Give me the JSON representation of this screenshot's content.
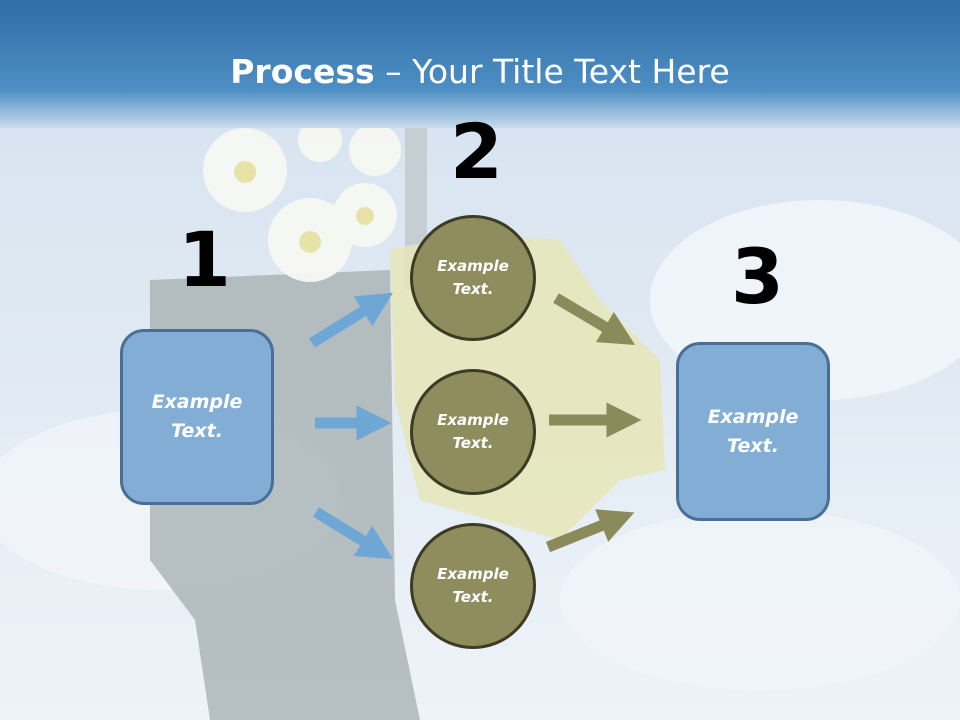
{
  "slide": {
    "title_bold": "Process",
    "title_rest": " – Your Title Text Here",
    "step_numbers": [
      "1",
      "2",
      "3"
    ],
    "box_left": "Example\nText.",
    "box_right": "Example\nText.",
    "circles": [
      "Example\nText.",
      "Example\nText.",
      "Example\nText."
    ]
  },
  "colors": {
    "header_blue": "#3f7fb6",
    "box_fill": "#82aed6",
    "circle_fill": "#8f8d5e",
    "arrow_blue": "#6ea6d6",
    "arrow_olive": "#8b8a5b"
  }
}
